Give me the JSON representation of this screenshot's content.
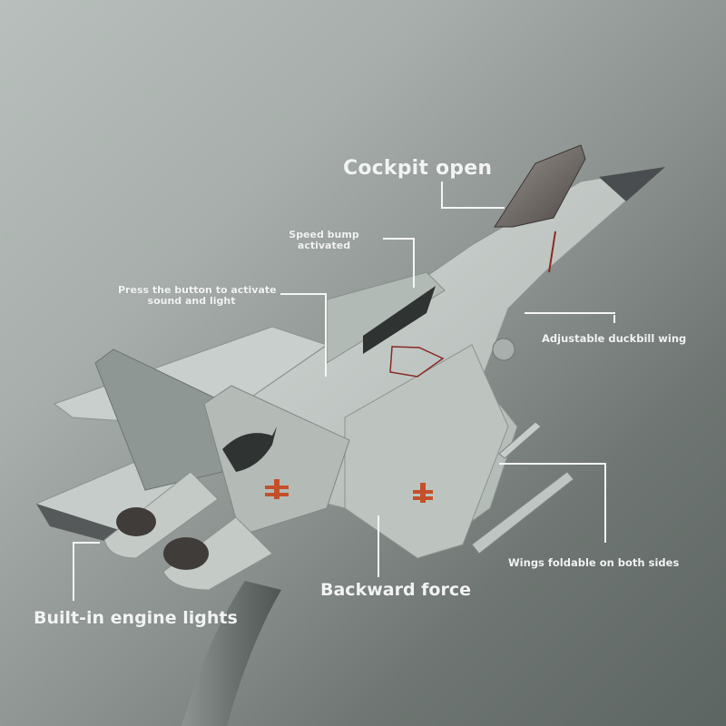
{
  "product": {
    "subject": "Fighter jet toy model on display stand",
    "background_colors": {
      "top_left": "#b8bfbc",
      "bottom_right": "#5d6562"
    },
    "accent_colors": {
      "body": "#c3cac6",
      "nose": "#4a4d4f",
      "canopy": "#6e6864",
      "stripe": "#8a2a22",
      "insignia": "#c4502a"
    }
  },
  "callouts": {
    "cockpit": "Cockpit open",
    "speed_bump": "Speed bump activated",
    "press_button": "Press the button to activate sound and light",
    "duckbill": "Adjustable duckbill wing",
    "wings_foldable": "Wings foldable on both sides",
    "backward_force": "Backward force",
    "engine_lights": "Built-in engine lights"
  },
  "callout_lines": {
    "speed_bump_1": "Speed bump",
    "speed_bump_2": "activated",
    "press_button_1": "Press the button to activate",
    "press_button_2": "sound and light"
  }
}
